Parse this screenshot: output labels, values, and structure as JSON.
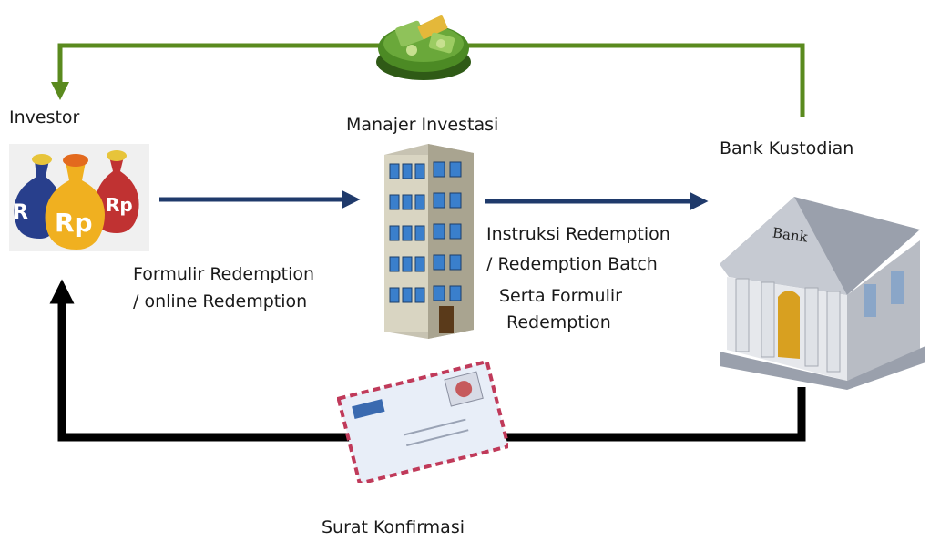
{
  "nodes": {
    "investor": "Investor",
    "manager": "Manajer Investasi",
    "bank": "Bank Kustodian",
    "bank_sign": "Bank",
    "money_bag_symbol_short": "R",
    "money_bag_symbol": "Rp"
  },
  "flows": {
    "investor_to_manager_line1": "Formulir Redemption",
    "investor_to_manager_line2": "/ online Redemption",
    "manager_to_bank_line1": "Instruksi Redemption",
    "manager_to_bank_line2": "/ Redemption Batch",
    "manager_to_bank_line3": "Serta Formulir",
    "manager_to_bank_line4": "Redemption",
    "bank_to_investor": "Surat Konfirmasi"
  },
  "colors": {
    "green_arrow": "#5a8a1e",
    "blue_arrow": "#1f3a6b",
    "black_arrow": "#000000"
  }
}
